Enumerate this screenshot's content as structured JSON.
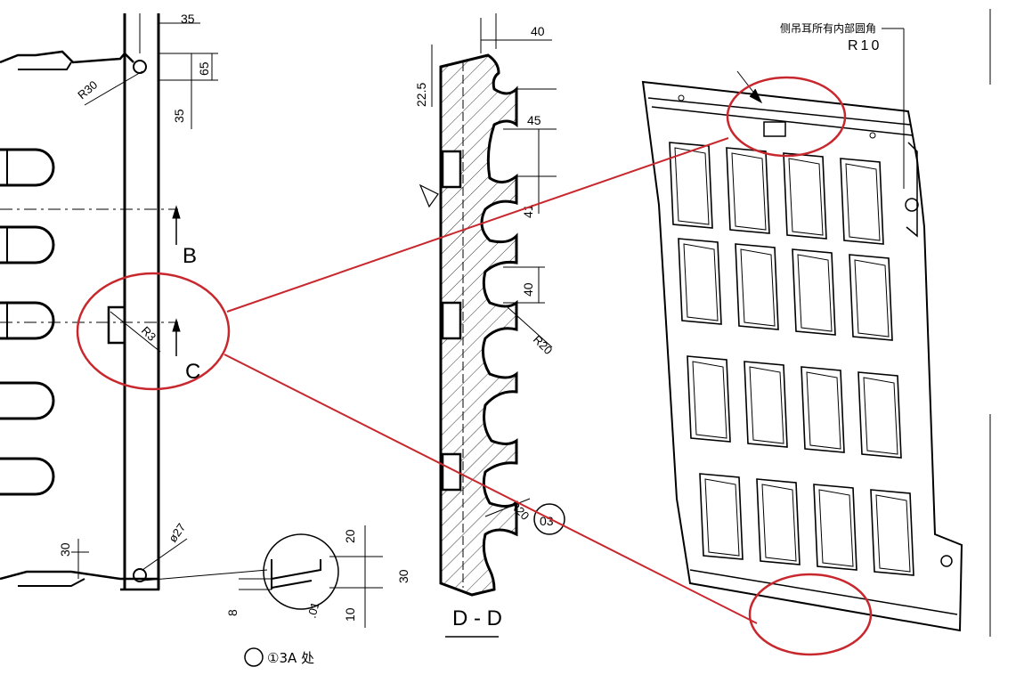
{
  "left_view": {
    "dims": {
      "d35_top": "35",
      "d65": "65",
      "d35_side": "35",
      "r30": "R30",
      "r3": "R3",
      "section_b": "B",
      "section_c": "C",
      "d27": "ø27",
      "d30_left": "30",
      "d20": "20",
      "d30_detail": "30",
      "d8": "8",
      "d10": "10",
      "d01": ".01"
    },
    "note_partial": "①3A 处"
  },
  "section_view": {
    "dims": {
      "d40_top": "40",
      "d22_5": "22.5",
      "d45": "45",
      "d41": "41",
      "d40_mid": "40",
      "r20_a": "R20",
      "r20_b": "R20",
      "circle_tag": "03"
    },
    "label": "D - D"
  },
  "iso_view": {
    "note_line1": "侧吊耳所有内部圆角",
    "note_line2": "R10"
  },
  "colors": {
    "highlight": "#c8282d",
    "line": "#000000",
    "hatch": "#333333"
  }
}
